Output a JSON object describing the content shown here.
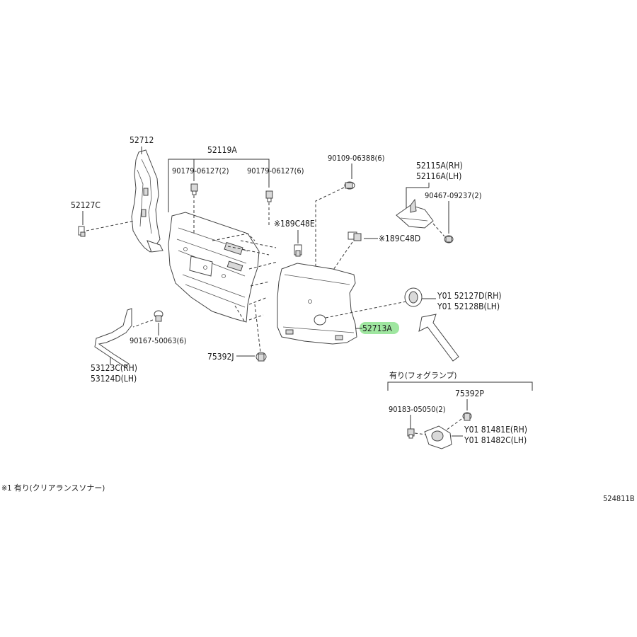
{
  "labels": {
    "p52712": "52712",
    "p52119A": "52119A",
    "p90179_2": "90179-06127(2)",
    "p90179_6": "90179-06127(6)",
    "p90109": "90109-06388(6)",
    "p52115A": "52115A(RH)",
    "p52116A": "52116A(LH)",
    "p90467": "90467-09237(2)",
    "p52127C": "52127C",
    "p189C48E": "※189C48E",
    "p189C48D": "※189C48D",
    "p52127D": "Y01 52127D(RH)",
    "p52128B": "Y01 52128B(LH)",
    "p52713A": "52713A",
    "p90167": "90167-50063(6)",
    "p75392J": "75392J",
    "p53123C": "53123C(RH)",
    "p53124D": "53124D(LH)",
    "fog_header": "有り(フォグランプ)",
    "p75392P": "75392P",
    "p90183": "90183-05050(2)",
    "p81481E": "Y01 81481E(RH)",
    "p81482C": "Y01 81482C(LH)",
    "footnote": "※1 有り(クリアランスソナー)",
    "diagram_id": "524811B"
  },
  "colors": {
    "highlight": "#9fe6a0",
    "line": "#333333"
  }
}
